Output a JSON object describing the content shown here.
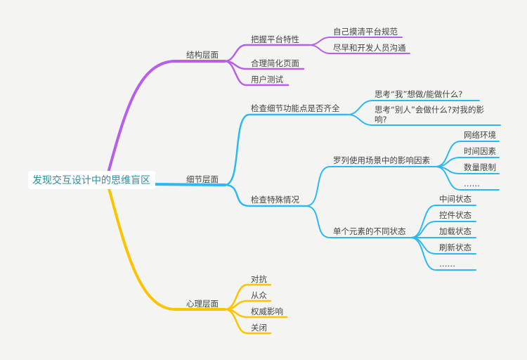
{
  "root": "发现交互设计中的思维盲区",
  "colors": {
    "structure": "#b65fe8",
    "detail": "#2db8f2",
    "psych": "#fcc400",
    "root_text": "#2f8ea2",
    "background": "#f4f5f3"
  },
  "structure": {
    "label": "结构层面",
    "children": [
      {
        "label": "把握平台特性",
        "children": [
          "自己摸清平台规范",
          "尽早和开发人员沟通"
        ]
      },
      {
        "label": "合理简化页面"
      },
      {
        "label": "用户测试"
      }
    ]
  },
  "detail": {
    "label": "细节层面",
    "children": [
      {
        "label": "检查细节功能点是否齐全",
        "children": [
          "思考“我”想做/能做什么?",
          "思考“别人”会做什么?对我的影",
          "响?"
        ]
      },
      {
        "label": "检查特殊情况",
        "children": [
          {
            "label": "罗列使用场景中的影响因素",
            "children": [
              "网络环境",
              "时间因素",
              "数量限制",
              "……"
            ]
          },
          {
            "label": "单个元素的不同状态",
            "children": [
              "中间状态",
              "控件状态",
              "加载状态",
              "刷新状态",
              "……"
            ]
          }
        ]
      }
    ]
  },
  "psych": {
    "label": "心理层面",
    "children": [
      "对抗",
      "从众",
      "权威影响",
      "关闭"
    ]
  }
}
